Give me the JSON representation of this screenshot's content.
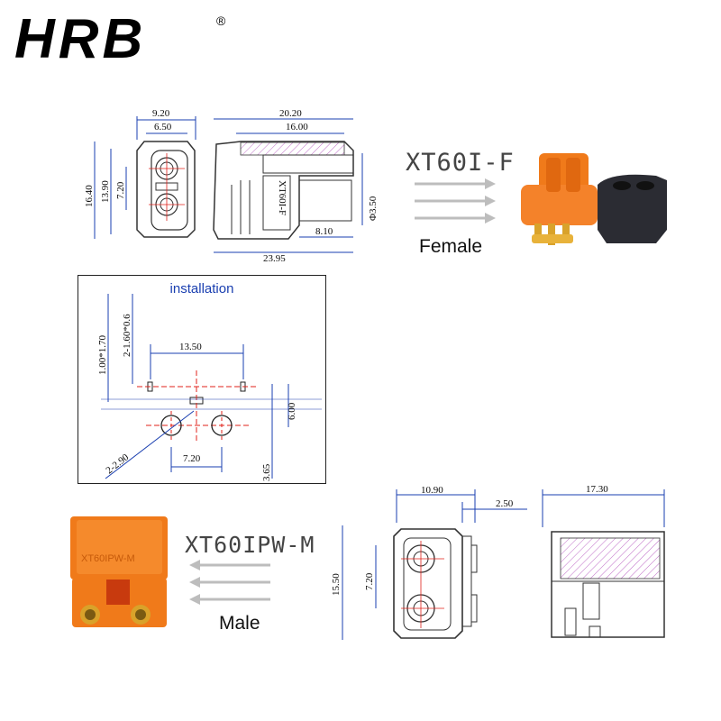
{
  "logo": {
    "text": "HRB",
    "registered": "®"
  },
  "female": {
    "part_label": "XT60I-F",
    "gender_label": "Female",
    "dims": {
      "w_outer": "9.20",
      "w_inner": "6.50",
      "h_outer": "16.40",
      "h_mid": "13.90",
      "h_pin": "7.20",
      "top_long": "20.20",
      "top_short": "16.00",
      "side_text": "XT60I-F",
      "dia": "Φ3.50",
      "pin_len": "8.10",
      "total_len": "23.95"
    }
  },
  "installation": {
    "title": "installation",
    "dims": {
      "v_slot": "1.00*1.70",
      "v_slot2": "2-1.60*0.6",
      "span": "13.50",
      "height": "6.00",
      "holes": "2-2.90",
      "pitch": "7.20",
      "offset": "3.65"
    }
  },
  "male": {
    "part_label": "XT60IPW-M",
    "gender_label": "Male",
    "dims": {
      "width": "10.90",
      "gap": "2.50",
      "depth": "17.30",
      "height": "15.50",
      "pitch": "7.20"
    },
    "body_text": "XT60IPW-M"
  },
  "colors": {
    "connector_orange": "#f07a1a",
    "housing_black": "#2b2c33",
    "gold_pin": "#d9a22a",
    "hatch": "#c070c8",
    "arrow_gray": "#bdbdbd",
    "dim_blue": "#1a3fb0",
    "red_centerline": "#e0201a"
  }
}
